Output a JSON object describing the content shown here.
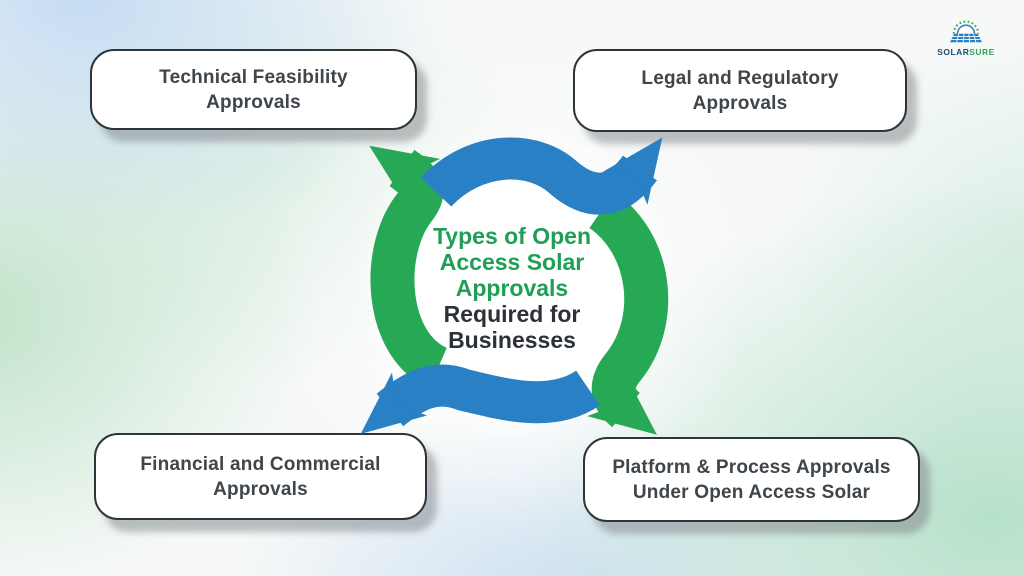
{
  "center": {
    "highlight_lines": [
      "Types of Open",
      "Access Solar",
      "Approvals"
    ],
    "plain_lines": [
      "Required for",
      "Businesses"
    ]
  },
  "boxes": {
    "top_left": {
      "line1": "Technical Feasibility",
      "line2": "Approvals"
    },
    "top_right": {
      "line1": "Legal and Regulatory",
      "line2": "Approvals"
    },
    "bottom_left": {
      "line1": "Financial and Commercial",
      "line2": "Approvals"
    },
    "bottom_right": {
      "line1": "Platform & Process Approvals",
      "line2": "Under Open Access Solar"
    }
  },
  "logo": {
    "brand_blue": "SOLAR",
    "brand_green": "SURE"
  },
  "colors": {
    "arrow_green": "#27A854",
    "arrow_blue": "#2980C4",
    "center_green": "#1F9E55",
    "text_dark": "#2B3137",
    "box_text": "#3E454B",
    "box_border": "#2E343A",
    "logo_blue": "#1B4E73",
    "logo_green": "#2FA558"
  }
}
